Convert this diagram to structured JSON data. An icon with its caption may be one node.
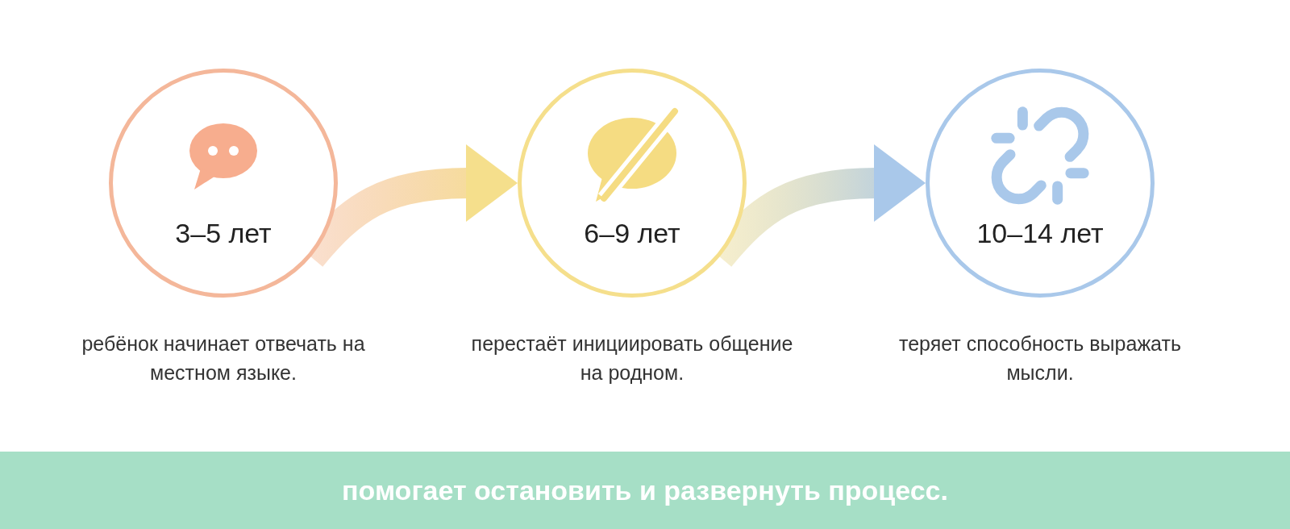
{
  "diagram": {
    "nodes": [
      {
        "text": [
          "3–5 лет"
        ],
        "beside": [
          "ребёнок начинает отвечать на местном языке."
        ]
      },
      {
        "text": [
          "6–9 лет"
        ],
        "beside": [
          "перестаёт инициировать общение на родном."
        ]
      },
      {
        "text": [
          "10–14 лет"
        ],
        "beside": [
          "теряет способность выражать мысли."
        ]
      },
      {
        "text": [
          "помогает остановить и развернуть процесс."
        ]
      }
    ],
    "edges": [
      {
        "from": 0,
        "to": 1,
        "arrow": "to",
        "style": "thick"
      },
      {
        "from": 1,
        "to": 2,
        "arrow": "to",
        "style": "thick"
      }
    ]
  }
}
